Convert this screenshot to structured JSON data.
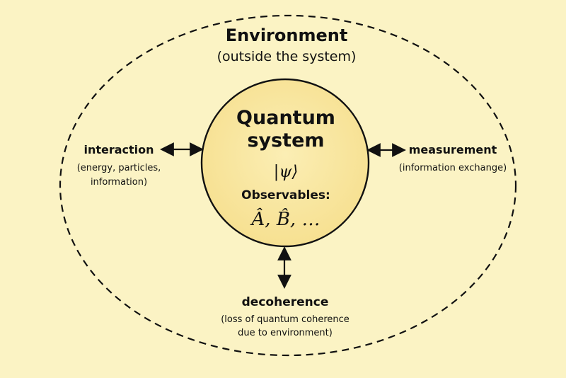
{
  "environment": {
    "title": "Environment",
    "subtitle": "(outside the system)"
  },
  "system": {
    "title_line1": "Quantum",
    "title_line2": "system",
    "state": "|ψ⟩",
    "observables_label": "Observables:",
    "observables": "Â, B̂, …"
  },
  "interaction": {
    "label": "interaction",
    "detail_line1": "(energy, particles,",
    "detail_line2": "information)"
  },
  "measurement": {
    "label": "measurement",
    "detail_line1": "(information exchange)"
  },
  "decoherence": {
    "label": "decoherence",
    "detail_line1": "(loss of quantum coherence",
    "detail_line2": "due to environment)"
  },
  "colors": {
    "background": "#fbf3c4",
    "system_fill": "#f8e497",
    "stroke": "#111111"
  }
}
